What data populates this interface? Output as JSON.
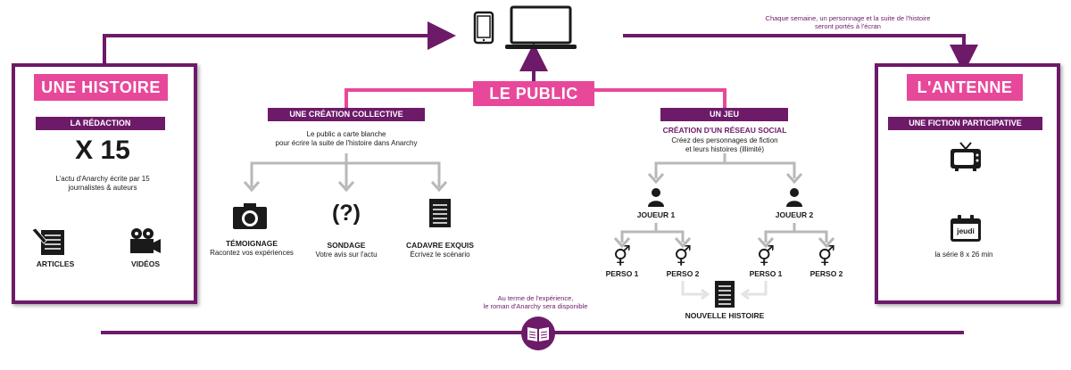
{
  "top_caption": [
    "Chaque semaine, un personnage et la suite de l'histoire",
    "seront portés à l'écran"
  ],
  "left": {
    "title": "UNE HISTOIRE",
    "label": "LA RÉDACTION",
    "multiplier": "X 15",
    "desc": [
      "L'actu d'Anarchy écrite par 15",
      "journalistes & auteurs"
    ],
    "items": [
      "ARTICLES",
      "VIDÉOS"
    ]
  },
  "center": {
    "title": "LE PUBLIC",
    "collective": {
      "label": "UNE CRÉATION COLLECTIVE",
      "desc": [
        "Le public a carte blanche",
        "pour écrire la suite de l'histoire dans Anarchy"
      ],
      "items": [
        {
          "title": "TÉMOIGNAGE",
          "sub": "Racontez vos expériences"
        },
        {
          "title": "SONDAGE",
          "sub": "Votre avis sur l'actu"
        },
        {
          "title": "CADAVRE EXQUIS",
          "sub": "Écrivez le scénario"
        }
      ],
      "poll_glyph": "(?)"
    },
    "game": {
      "label": "UN JEU",
      "subtitle": "CRÉATION D'UN RÉSEAU SOCIAL",
      "desc": [
        "Créez des personnages de fiction",
        "et leurs histoires (illimité)"
      ],
      "players": [
        "JOUEUR 1",
        "JOUEUR 2"
      ],
      "persos": [
        "PERSO 1",
        "PERSO 2",
        "PERSO 1",
        "PERSO 2"
      ],
      "result": "NOUVELLE HISTOIRE",
      "gender_glyph": "⚥"
    }
  },
  "right": {
    "title": "L'ANTENNE",
    "label": "UNE FICTION PARTICIPATIVE",
    "calendar_text": "jeudi",
    "schedule": "la série 8 x 26 min"
  },
  "bottom_caption": [
    "Au terme de l'expérience,",
    "le roman d'Anarchy sera disponible"
  ],
  "colors": {
    "purple": "#6d1a69",
    "pink": "#e8489a",
    "gray": "#b8b8b8",
    "dark": "#1a1a1a"
  }
}
